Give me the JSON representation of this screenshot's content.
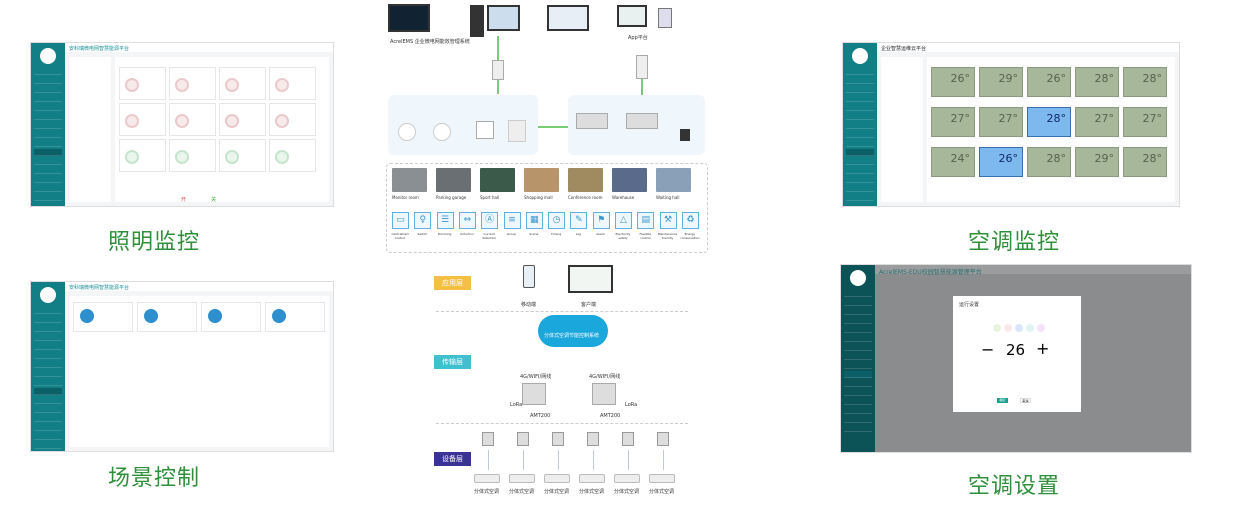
{
  "labels": {
    "lighting": "照明监控",
    "scene": "场景控制",
    "ac_monitor": "空调监控",
    "ac_setting": "空调设置"
  },
  "lighting_shot": {
    "title": "安科瑞微电网智慧能源平台",
    "buttons": [
      "开",
      "关"
    ]
  },
  "scene_shot": {
    "title": "安科瑞微电网智慧能源平台"
  },
  "ac_monitor_shot": {
    "title": "企业智慧运维云平台",
    "temps": [
      "26",
      "29",
      "26",
      "28",
      "28",
      "27",
      "27",
      "28",
      "27",
      "27",
      "24",
      "26",
      "28",
      "29",
      "28"
    ],
    "active": [
      7,
      11
    ]
  },
  "ac_setting_shot": {
    "title": "AcrelEMS-EDU校园智慧能源管理平台",
    "dialog_title": "运行设置",
    "setpoint": "26",
    "minus": "−",
    "plus": "+",
    "ok": "确定",
    "cancel": "取消"
  },
  "top_diagram": {
    "system": "AcrelEMS 企业微电网能效管理系统",
    "app": "App平台",
    "scenes": [
      "Monitor room",
      "Parking garage",
      "Sport hall",
      "Shopping mall",
      "Conference room",
      "Warehouse",
      "Waiting hall"
    ],
    "functions": [
      "Centralized control",
      "Switch",
      "Dimming",
      "Induction",
      "Current detection",
      "Group",
      "Scene",
      "Timing",
      "Log",
      "Alarm",
      "Electricity safety",
      "Flexible control",
      "Maintenance friendly",
      "Energy conservation"
    ]
  },
  "bottom_diagram": {
    "layers": [
      "应用层",
      "传输层",
      "设备层"
    ],
    "mobile": "移动端",
    "client": "客户端",
    "cloud": "分体式空调节能控制系统",
    "link": "4G/WIFI/网线",
    "gateway": "AMT200",
    "lora": "LoRa",
    "ac_unit": "分体式空调"
  },
  "colors": {
    "accent": "#127f86",
    "label": "#2f8f3a",
    "app_layer": "#f5c042",
    "trans_layer": "#3fc0cf",
    "dev_layer": "#3b3296"
  }
}
